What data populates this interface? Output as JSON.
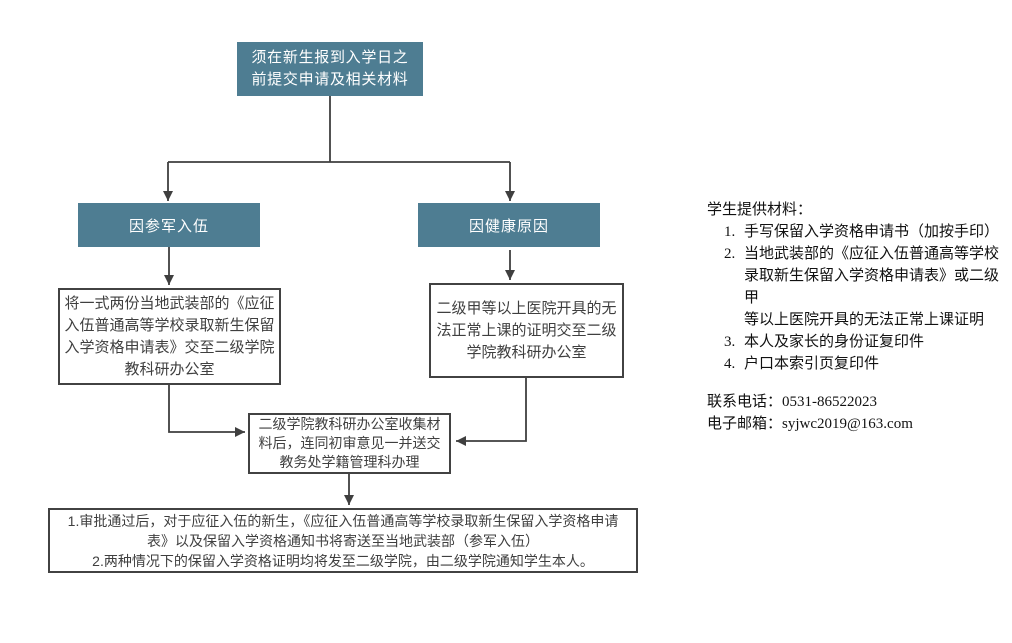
{
  "colors": {
    "node_fill": "#4e7d92",
    "node_text": "#ffffff",
    "box_border": "#424242",
    "box_text": "#3f3f3f",
    "connector": "#3f3f3f",
    "background": "#ffffff"
  },
  "flowchart": {
    "start": "须在新生报到入学日之\n前提交申请及相关材料",
    "branch_military": "因参军入伍",
    "branch_health": "因健康原因",
    "detail_military": "将一式两份当地武装部的《应征\n入伍普通高等学校录取新生保留\n入学资格申请表》交至二级学院\n教科研办公室",
    "detail_health": "二级甲等以上医院开具的无\n法正常上课的证明交至二级\n学院教科研办公室",
    "collect": "二级学院教科研办公室收集材\n料后，连同初审意见一并送交\n教务处学籍管理科办理",
    "result_lines": [
      "1.审批通过后，对于应征入伍的新生，《应征入伍普通高等学校录取新生保留入学资格申请",
      "表》以及保留入学资格通知书将寄送至当地武装部（参军入伍）",
      "2.两种情况下的保留入学资格证明均将发至二级学院，由二级学院通知学生本人。"
    ]
  },
  "side_panel": {
    "heading": "学生提供材料：",
    "items": [
      {
        "num": "1.",
        "text": "手写保留入学资格申请书（加按手印）"
      },
      {
        "num": "2.",
        "text": "当地武装部的《应征入伍普通高等学校\n录取新生保留入学资格申请表》或二级甲\n等以上医院开具的无法正常上课证明"
      },
      {
        "num": "3.",
        "text": "本人及家长的身份证复印件"
      },
      {
        "num": "4.",
        "text": "户口本索引页复印件"
      }
    ],
    "phone": "联系电话：0531-86522023",
    "email": "电子邮箱：syjwc2019@163.com"
  }
}
